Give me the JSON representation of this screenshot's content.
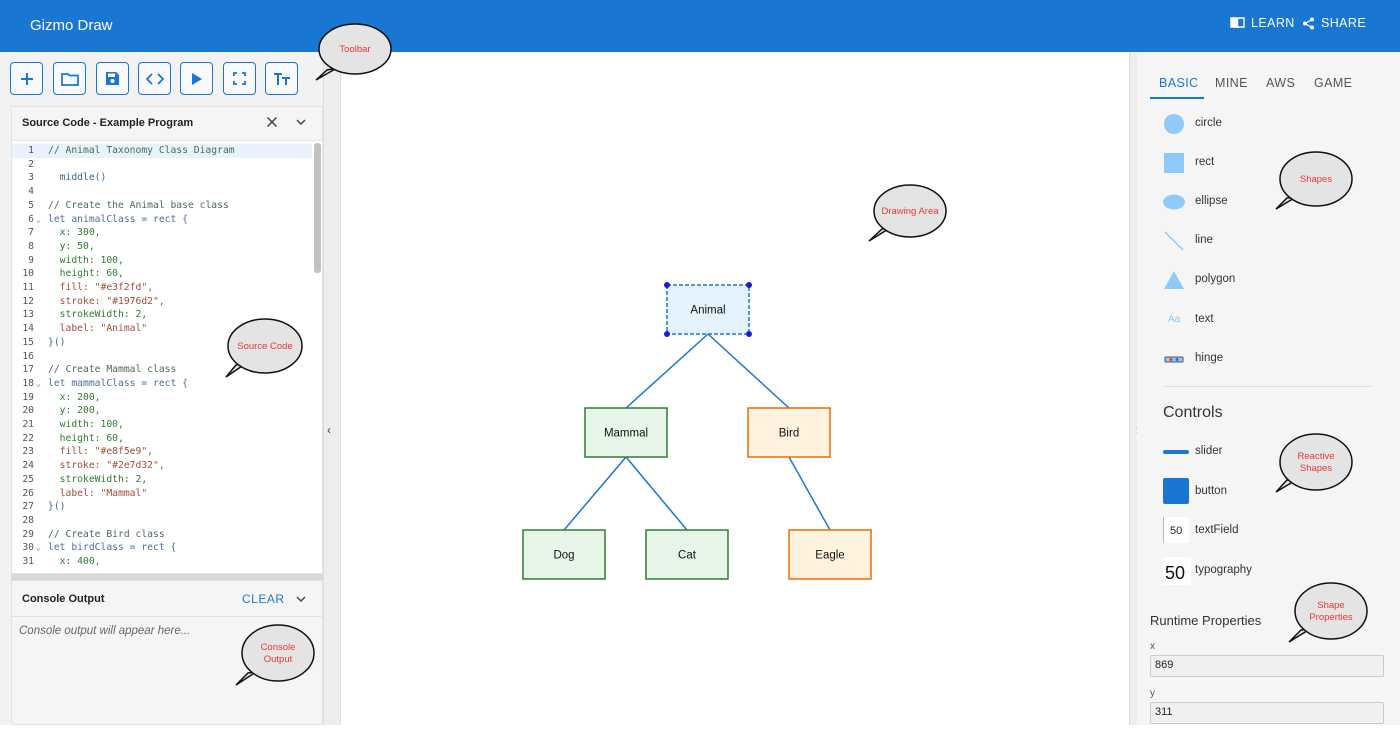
{
  "app": {
    "title": "Gizmo Draw",
    "learn_label": "LEARN",
    "share_label": "SHARE",
    "brand_color": "#1976d2"
  },
  "toolbar": {
    "buttons": [
      {
        "icon": "plus-icon"
      },
      {
        "icon": "folder-icon"
      },
      {
        "icon": "save-icon"
      },
      {
        "icon": "code-icon"
      },
      {
        "icon": "play-icon"
      },
      {
        "icon": "fullscreen-icon"
      },
      {
        "icon": "text-size-icon"
      }
    ]
  },
  "source_panel": {
    "title": "Source Code - Example Program",
    "lines": [
      {
        "n": "1",
        "text": "// Animal Taxonomy Class Diagram",
        "kind": "comment"
      },
      {
        "n": "2",
        "text": "",
        "kind": "plain"
      },
      {
        "n": "3",
        "text": "  middle()",
        "kind": "plain"
      },
      {
        "n": "4",
        "text": "",
        "kind": "plain"
      },
      {
        "n": "5",
        "text": "// Create the Animal base class",
        "kind": "comment"
      },
      {
        "n": "6",
        "text": "let animalClass = rect {",
        "kind": "kw",
        "fold": true
      },
      {
        "n": "7",
        "text": "  x: 300,",
        "kind": "num"
      },
      {
        "n": "8",
        "text": "  y: 50,",
        "kind": "num"
      },
      {
        "n": "9",
        "text": "  width: 100,",
        "kind": "num"
      },
      {
        "n": "10",
        "text": "  height: 60,",
        "kind": "num"
      },
      {
        "n": "11",
        "text": "  fill: \"#e3f2fd\",",
        "kind": "str"
      },
      {
        "n": "12",
        "text": "  stroke: \"#1976d2\",",
        "kind": "str"
      },
      {
        "n": "13",
        "text": "  strokeWidth: 2,",
        "kind": "num"
      },
      {
        "n": "14",
        "text": "  label: \"Animal\"",
        "kind": "str"
      },
      {
        "n": "15",
        "text": "}()",
        "kind": "plain"
      },
      {
        "n": "16",
        "text": "",
        "kind": "plain"
      },
      {
        "n": "17",
        "text": "// Create Mammal class",
        "kind": "comment"
      },
      {
        "n": "18",
        "text": "let mammalClass = rect {",
        "kind": "kw",
        "fold": true
      },
      {
        "n": "19",
        "text": "  x: 200,",
        "kind": "num"
      },
      {
        "n": "20",
        "text": "  y: 200,",
        "kind": "num"
      },
      {
        "n": "21",
        "text": "  width: 100,",
        "kind": "num"
      },
      {
        "n": "22",
        "text": "  height: 60,",
        "kind": "num"
      },
      {
        "n": "23",
        "text": "  fill: \"#e8f5e9\",",
        "kind": "str"
      },
      {
        "n": "24",
        "text": "  stroke: \"#2e7d32\",",
        "kind": "str"
      },
      {
        "n": "25",
        "text": "  strokeWidth: 2,",
        "kind": "num"
      },
      {
        "n": "26",
        "text": "  label: \"Mammal\"",
        "kind": "str"
      },
      {
        "n": "27",
        "text": "}()",
        "kind": "plain"
      },
      {
        "n": "28",
        "text": "",
        "kind": "plain"
      },
      {
        "n": "29",
        "text": "// Create Bird class",
        "kind": "comment"
      },
      {
        "n": "30",
        "text": "let birdClass = rect {",
        "kind": "kw",
        "fold": true
      },
      {
        "n": "31",
        "text": "  x: 400,",
        "kind": "num"
      }
    ]
  },
  "console": {
    "title": "Console Output",
    "clear_label": "CLEAR",
    "placeholder": "Console output will appear here..."
  },
  "diagram": {
    "nodes": [
      {
        "id": "animal",
        "label": "Animal",
        "fill": "#e3f2fd",
        "stroke": "#1976d2",
        "selected": true
      },
      {
        "id": "mammal",
        "label": "Mammal",
        "fill": "#e8f5e9",
        "stroke": "#2e7d32"
      },
      {
        "id": "bird",
        "label": "Bird",
        "fill": "#fff3e0",
        "stroke": "#ef6c00"
      },
      {
        "id": "dog",
        "label": "Dog",
        "fill": "#e8f5e9",
        "stroke": "#2e7d32"
      },
      {
        "id": "cat",
        "label": "Cat",
        "fill": "#e8f5e9",
        "stroke": "#2e7d32"
      },
      {
        "id": "eagle",
        "label": "Eagle",
        "fill": "#fff3e0",
        "stroke": "#ef6c00"
      }
    ],
    "edges": [
      {
        "from": "animal",
        "to": "mammal"
      },
      {
        "from": "animal",
        "to": "bird"
      },
      {
        "from": "mammal",
        "to": "dog"
      },
      {
        "from": "mammal",
        "to": "cat"
      },
      {
        "from": "bird",
        "to": "eagle"
      }
    ],
    "edge_color": "#1976d2"
  },
  "palette": {
    "tabs": [
      {
        "label": "BASIC",
        "active": true
      },
      {
        "label": "MINE"
      },
      {
        "label": "AWS"
      },
      {
        "label": "GAME"
      }
    ],
    "shapes": [
      {
        "label": "circle",
        "icon": "circle-icon"
      },
      {
        "label": "rect",
        "icon": "rect-icon"
      },
      {
        "label": "ellipse",
        "icon": "ellipse-icon"
      },
      {
        "label": "line",
        "icon": "line-icon"
      },
      {
        "label": "polygon",
        "icon": "polygon-icon"
      },
      {
        "label": "text",
        "icon": "text-icon",
        "icon_text": "Aa"
      },
      {
        "label": "hinge",
        "icon": "hinge-icon"
      }
    ],
    "controls_title": "Controls",
    "controls": [
      {
        "label": "slider",
        "icon": "slider-icon"
      },
      {
        "label": "button",
        "icon": "button-icon"
      },
      {
        "label": "textField",
        "icon": "textfield-icon",
        "icon_text": "50"
      },
      {
        "label": "typography",
        "icon": "typography-icon",
        "icon_text": "50"
      }
    ]
  },
  "runtime": {
    "title": "Runtime Properties",
    "props": [
      {
        "label": "x",
        "value": "869"
      },
      {
        "label": "y",
        "value": "311"
      }
    ]
  },
  "callouts": [
    {
      "text": [
        "Toolbar"
      ]
    },
    {
      "text": [
        "Drawing Area"
      ]
    },
    {
      "text": [
        "Source Code"
      ]
    },
    {
      "text": [
        "Console",
        "Output"
      ]
    },
    {
      "text": [
        "Shapes"
      ]
    },
    {
      "text": [
        "Reactive",
        "Shapes"
      ]
    },
    {
      "text": [
        "Shape",
        "Properties"
      ]
    }
  ]
}
